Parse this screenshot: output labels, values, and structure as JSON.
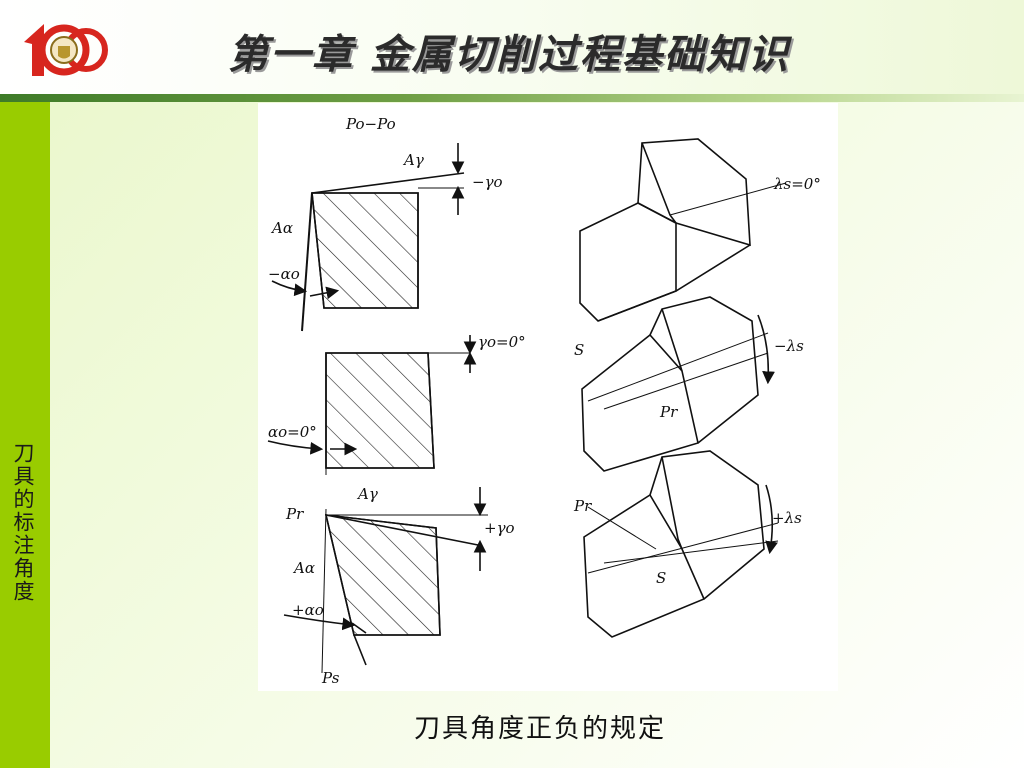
{
  "header": {
    "title": "第一章 金属切削过程基础知识",
    "logo_icon": "centennial-100-logo-icon"
  },
  "sidebar": {
    "label": "刀具的标注角度"
  },
  "figure": {
    "caption": "刀具角度正负的规定",
    "labels": {
      "po_po": "Po−Po",
      "a_gamma_1": "Aγ",
      "neg_gamma": "−γo",
      "a_alpha_1": "Aα",
      "neg_alpha": "−αo",
      "gamma_zero": "γo=0°",
      "alpha_zero": "αo=0°",
      "pr_1": "Pr",
      "a_gamma_2": "Aγ",
      "pos_gamma": "+γo",
      "a_alpha_2": "Aα",
      "pos_alpha": "+αo",
      "ps": "Ps",
      "lambda_zero": "λs=0°",
      "s_1": "S",
      "neg_lambda": "−λs",
      "pr_2": "Pr",
      "pr_3": "Pr",
      "pos_lambda": "+λs",
      "s_2": "S"
    }
  },
  "colors": {
    "sidebar": "#99cc00",
    "divider": "#3e7b28",
    "logo_red": "#d7261e"
  }
}
